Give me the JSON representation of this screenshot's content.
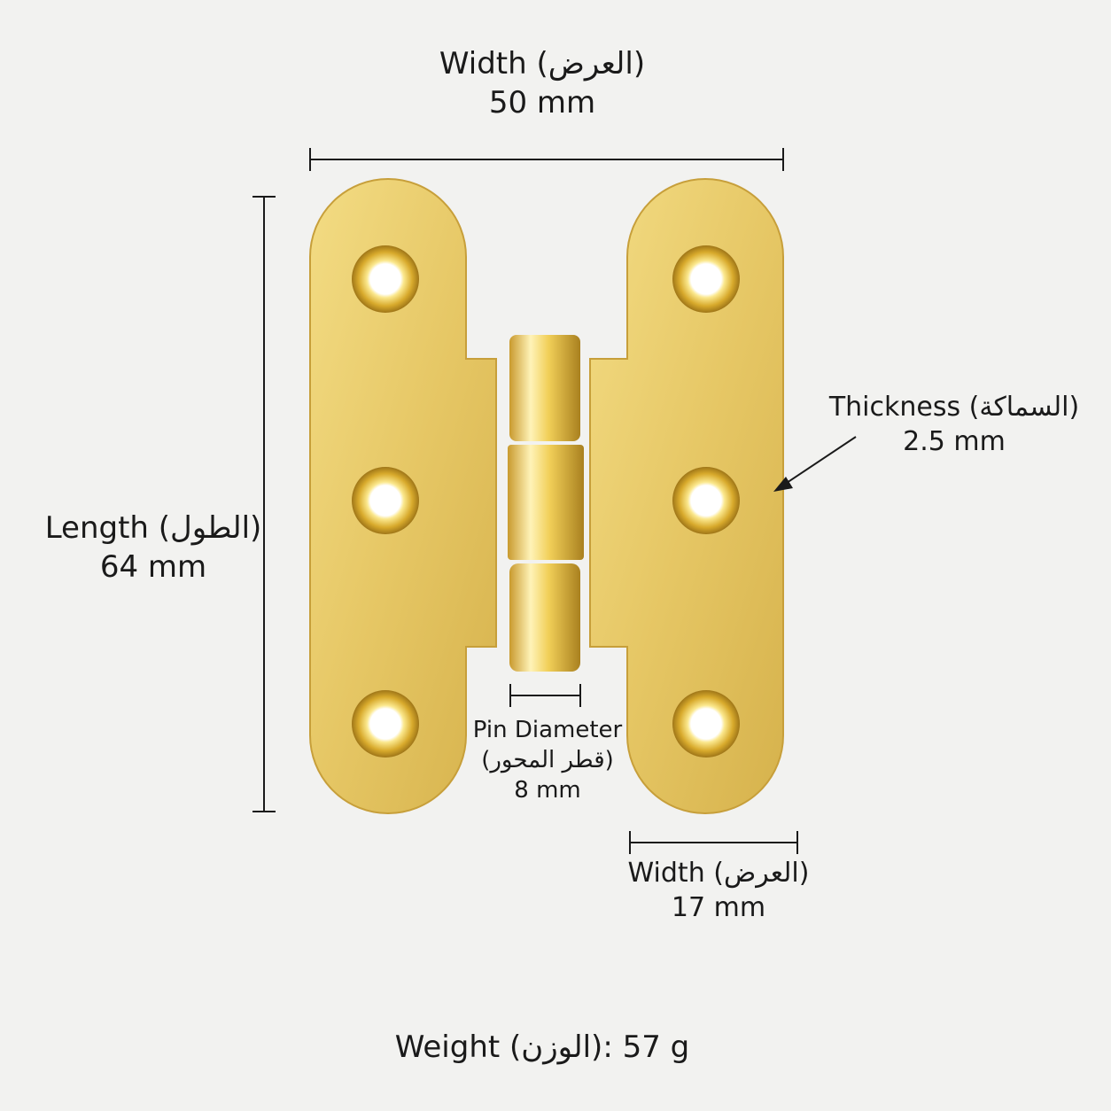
{
  "dimensions": {
    "overall_width": {
      "label_en": "Width",
      "label_ar": "(العرض)",
      "value": "50 mm"
    },
    "length": {
      "label_en": "Length",
      "label_ar": "(الطول)",
      "value": "64 mm"
    },
    "thickness": {
      "label_en": "Thickness",
      "label_ar": "(السماكة)",
      "value": "2.5 mm"
    },
    "pin_diameter": {
      "label_en": "Pin Diameter",
      "label_ar": "(قطر المحور)",
      "value": "8 mm"
    },
    "leaf_width": {
      "label_en": "Width",
      "label_ar": "(العرض)",
      "value": "17 mm"
    },
    "weight": {
      "label_en": "Weight",
      "label_ar": "(الوزن)",
      "value": ": 57 g"
    }
  },
  "colors": {
    "background": "#f2f2f0",
    "brass_light": "#f3dc84",
    "brass_mid": "#e2c25e",
    "brass_dark": "#b98f2a",
    "dimension_line": "#1a1a1a"
  }
}
